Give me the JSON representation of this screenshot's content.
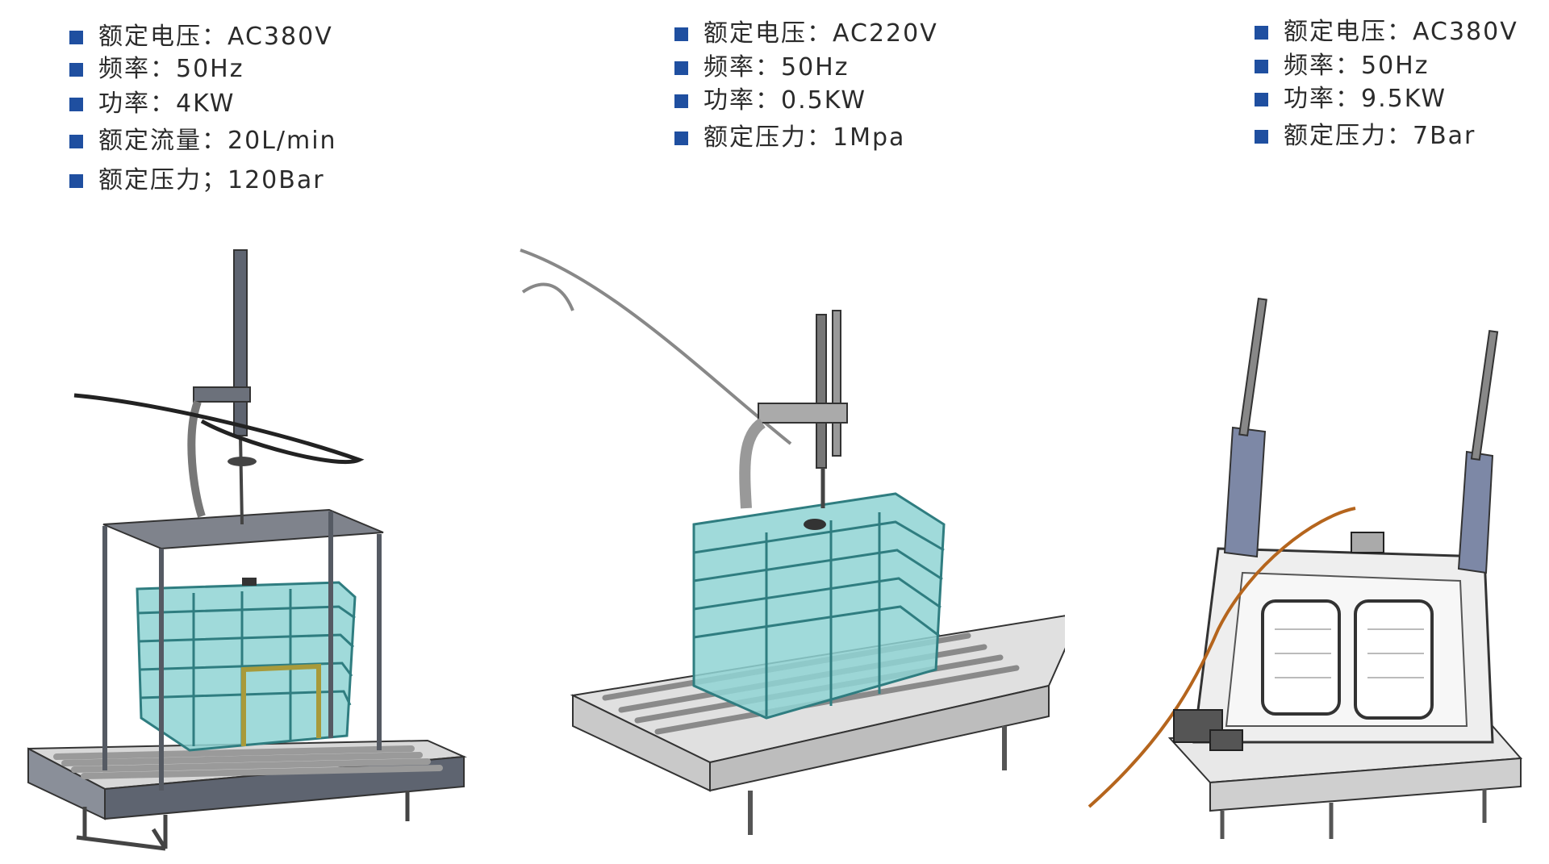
{
  "machines": [
    {
      "specs": [
        "额定电压：AC380V",
        "频率：50Hz",
        "功率：4KW",
        "额定流量：20L/min",
        "额定压力；120Bar"
      ]
    },
    {
      "specs": [
        "额定电压：AC220V",
        "频率：50Hz",
        "功率：0.5KW",
        "额定压力：1Mpa"
      ]
    },
    {
      "specs": [
        "额定电压：AC380V",
        "频率：50Hz",
        "功率：9.5KW",
        "额定压力：7Bar"
      ]
    }
  ],
  "colors": {
    "bullet": "#1f4fa0",
    "tank": "#8fd3d4",
    "tank_stroke": "#2f7d80",
    "frame": "#555a63",
    "hose_orange": "#b5651d"
  }
}
